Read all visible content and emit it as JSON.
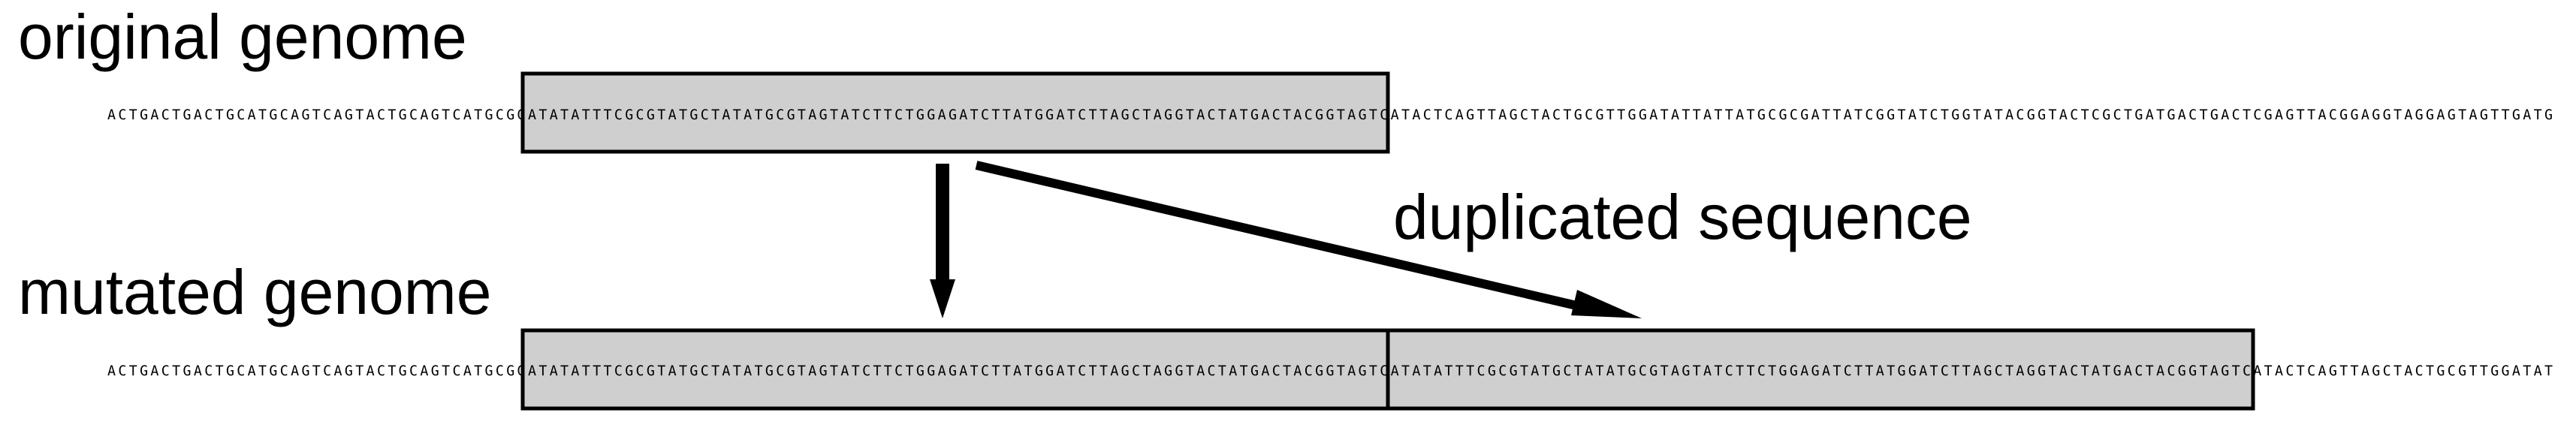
{
  "labels": {
    "original": "original genome",
    "mutated": "mutated genome",
    "duplicated": "duplicated sequence"
  },
  "sequences": {
    "original": "ACTGACTGACTGCATGCAGTCAGTACTGCAGTCATGCGGATATATTTCGCGTATGCTATATGCGTAGTATCTTCTGGAGATCTTATGGATCTTAGCTAGGTACTATGACTACGGTAGTCATACTCAGTTAGCTACTGCGTTGGATATTATTATGCGCGATTATCGGTATCTGGTATACGGTACTCGCTGATGACTGACTCGAGTTACGGAGGTAGGAGTAGTTGATG",
    "mutated": "ACTGACTGACTGCATGCAGTCAGTACTGCAGTCATGCGGATATATTTCGCGTATGCTATATGCGTAGTATCTTCTGGAGATCTTATGGATCTTAGCTAGGTACTATGACTACGGTAGTCATATATTTCGCGTATGCTATATGCGTAGTATCTTCTGGAGATCTTATGGATCTTAGCTAGGTACTATGACTACGGTAGTCATACTCAGTTAGCTACTGCGTTGGATAT"
  },
  "colors": {
    "box_fill": "#cfcfcf",
    "stroke": "#000000",
    "text": "#000000",
    "background": "#ffffff"
  }
}
